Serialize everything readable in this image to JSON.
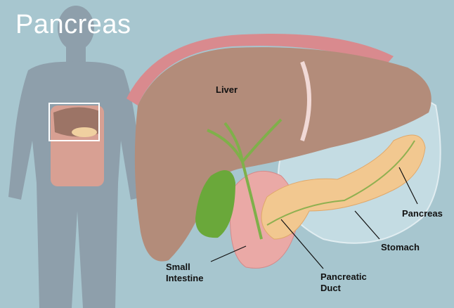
{
  "title": "Pancreas",
  "labels": {
    "liver": "Liver",
    "pancreas": "Pancreas",
    "stomach": "Stomach",
    "small_intestine_1": "Small",
    "small_intestine_2": "Intestine",
    "pancreatic_duct_1": "Pancreatic",
    "pancreatic_duct_2": "Duct"
  },
  "colors": {
    "background": "#a7c6cf",
    "silhouette": "#8e9fab",
    "liver": "#b38c7a",
    "pancreas": "#f2c890",
    "gallbladder": "#6aa83a",
    "stomach": "#c8dfe6"
  }
}
